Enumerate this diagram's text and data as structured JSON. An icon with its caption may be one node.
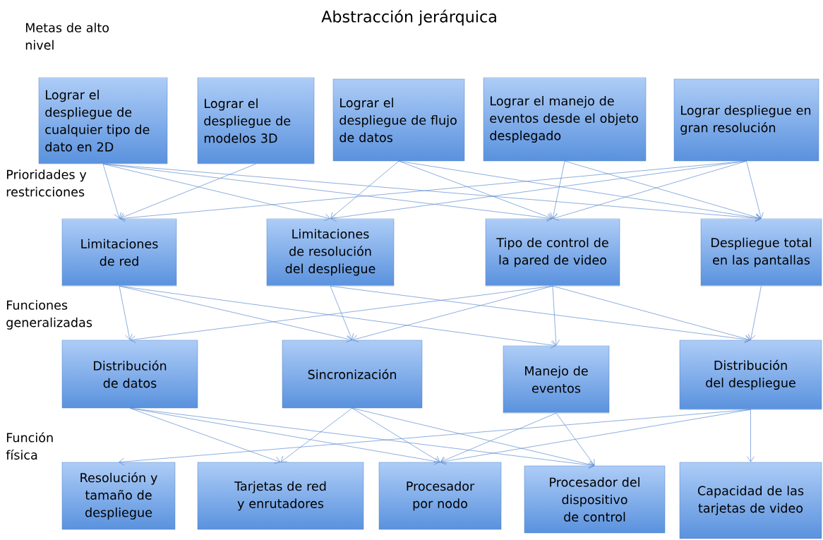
{
  "diagram": {
    "title": "Abstracción jerárquica",
    "nodes": [
      {
        "text": [
          "Lograr el despliegue de cualquier tipo de dato en 2D"
        ]
      },
      {
        "text": [
          "Lograr el despliegue de modelos 3D"
        ]
      },
      {
        "text": [
          "Lograr el despliegue de flujo de datos"
        ]
      },
      {
        "text": [
          "Lograr el manejo de eventos desde el objeto desplegado"
        ]
      },
      {
        "text": [
          "Lograr despliegue en gran resolución"
        ]
      },
      {
        "text": [
          "Limitaciones de red"
        ]
      },
      {
        "text": [
          "Limitaciones de resolución del despliegue"
        ]
      },
      {
        "text": [
          "Tipo de control de la pared de video"
        ]
      },
      {
        "text": [
          "Despliegue total en las pantallas"
        ]
      },
      {
        "text": [
          "Distribución de datos"
        ]
      },
      {
        "text": [
          "Sincronización"
        ]
      },
      {
        "text": [
          "Manejo de eventos"
        ]
      },
      {
        "text": [
          "Distribución del despliegue"
        ]
      },
      {
        "text": [
          "Resolución y tamaño de despliegue"
        ]
      },
      {
        "text": [
          "Tarjetas de red y enrutadores"
        ]
      },
      {
        "text": [
          "Procesador por nodo"
        ]
      },
      {
        "text": [
          "Procesador del dispositivo de control"
        ]
      },
      {
        "text": [
          "Capacidad de las tarjetas de video"
        ]
      }
    ],
    "edges": [
      {
        "from": 0,
        "to": 5,
        "arrow": "to"
      },
      {
        "from": 0,
        "to": 6,
        "arrow": "to"
      },
      {
        "from": 0,
        "to": 7,
        "arrow": "to"
      },
      {
        "from": 0,
        "to": 8,
        "arrow": "to"
      },
      {
        "from": 1,
        "to": 5,
        "arrow": "to"
      },
      {
        "from": 2,
        "to": 6,
        "arrow": "to"
      },
      {
        "from": 2,
        "to": 7,
        "arrow": "to"
      },
      {
        "from": 2,
        "to": 8,
        "arrow": "to"
      },
      {
        "from": 3,
        "to": 7,
        "arrow": "to"
      },
      {
        "from": 3,
        "to": 8,
        "arrow": "to"
      },
      {
        "from": 4,
        "to": 5,
        "arrow": "to"
      },
      {
        "from": 4,
        "to": 6,
        "arrow": "to"
      },
      {
        "from": 4,
        "to": 7,
        "arrow": "to"
      },
      {
        "from": 4,
        "to": 8,
        "arrow": "to"
      },
      {
        "from": 5,
        "to": 9,
        "arrow": "to"
      },
      {
        "from": 5,
        "to": 10,
        "arrow": "to"
      },
      {
        "from": 5,
        "to": 11,
        "arrow": "to"
      },
      {
        "from": 6,
        "to": 10,
        "arrow": "to"
      },
      {
        "from": 6,
        "to": 12,
        "arrow": "to"
      },
      {
        "from": 7,
        "to": 9,
        "arrow": "to"
      },
      {
        "from": 7,
        "to": 10,
        "arrow": "to"
      },
      {
        "from": 7,
        "to": 11,
        "arrow": "to"
      },
      {
        "from": 7,
        "to": 12,
        "arrow": "to"
      },
      {
        "from": 8,
        "to": 12,
        "arrow": "to"
      },
      {
        "from": 9,
        "to": 14,
        "arrow": "to"
      },
      {
        "from": 9,
        "to": 15,
        "arrow": "to"
      },
      {
        "from": 9,
        "to": 16,
        "arrow": "to"
      },
      {
        "from": 10,
        "to": 14,
        "arrow": "to"
      },
      {
        "from": 10,
        "to": 15,
        "arrow": "to"
      },
      {
        "from": 10,
        "to": 16,
        "arrow": "to"
      },
      {
        "from": 11,
        "to": 15,
        "arrow": "to"
      },
      {
        "from": 11,
        "to": 16,
        "arrow": "to"
      },
      {
        "from": 12,
        "to": 13,
        "arrow": "to"
      },
      {
        "from": 12,
        "to": 15,
        "arrow": "to"
      },
      {
        "from": 12,
        "to": 17,
        "arrow": "to"
      }
    ],
    "labels": [
      "Metas de alto nivel",
      "Prioridades y restricciones",
      "Funciones generalizadas",
      "Función física"
    ]
  }
}
